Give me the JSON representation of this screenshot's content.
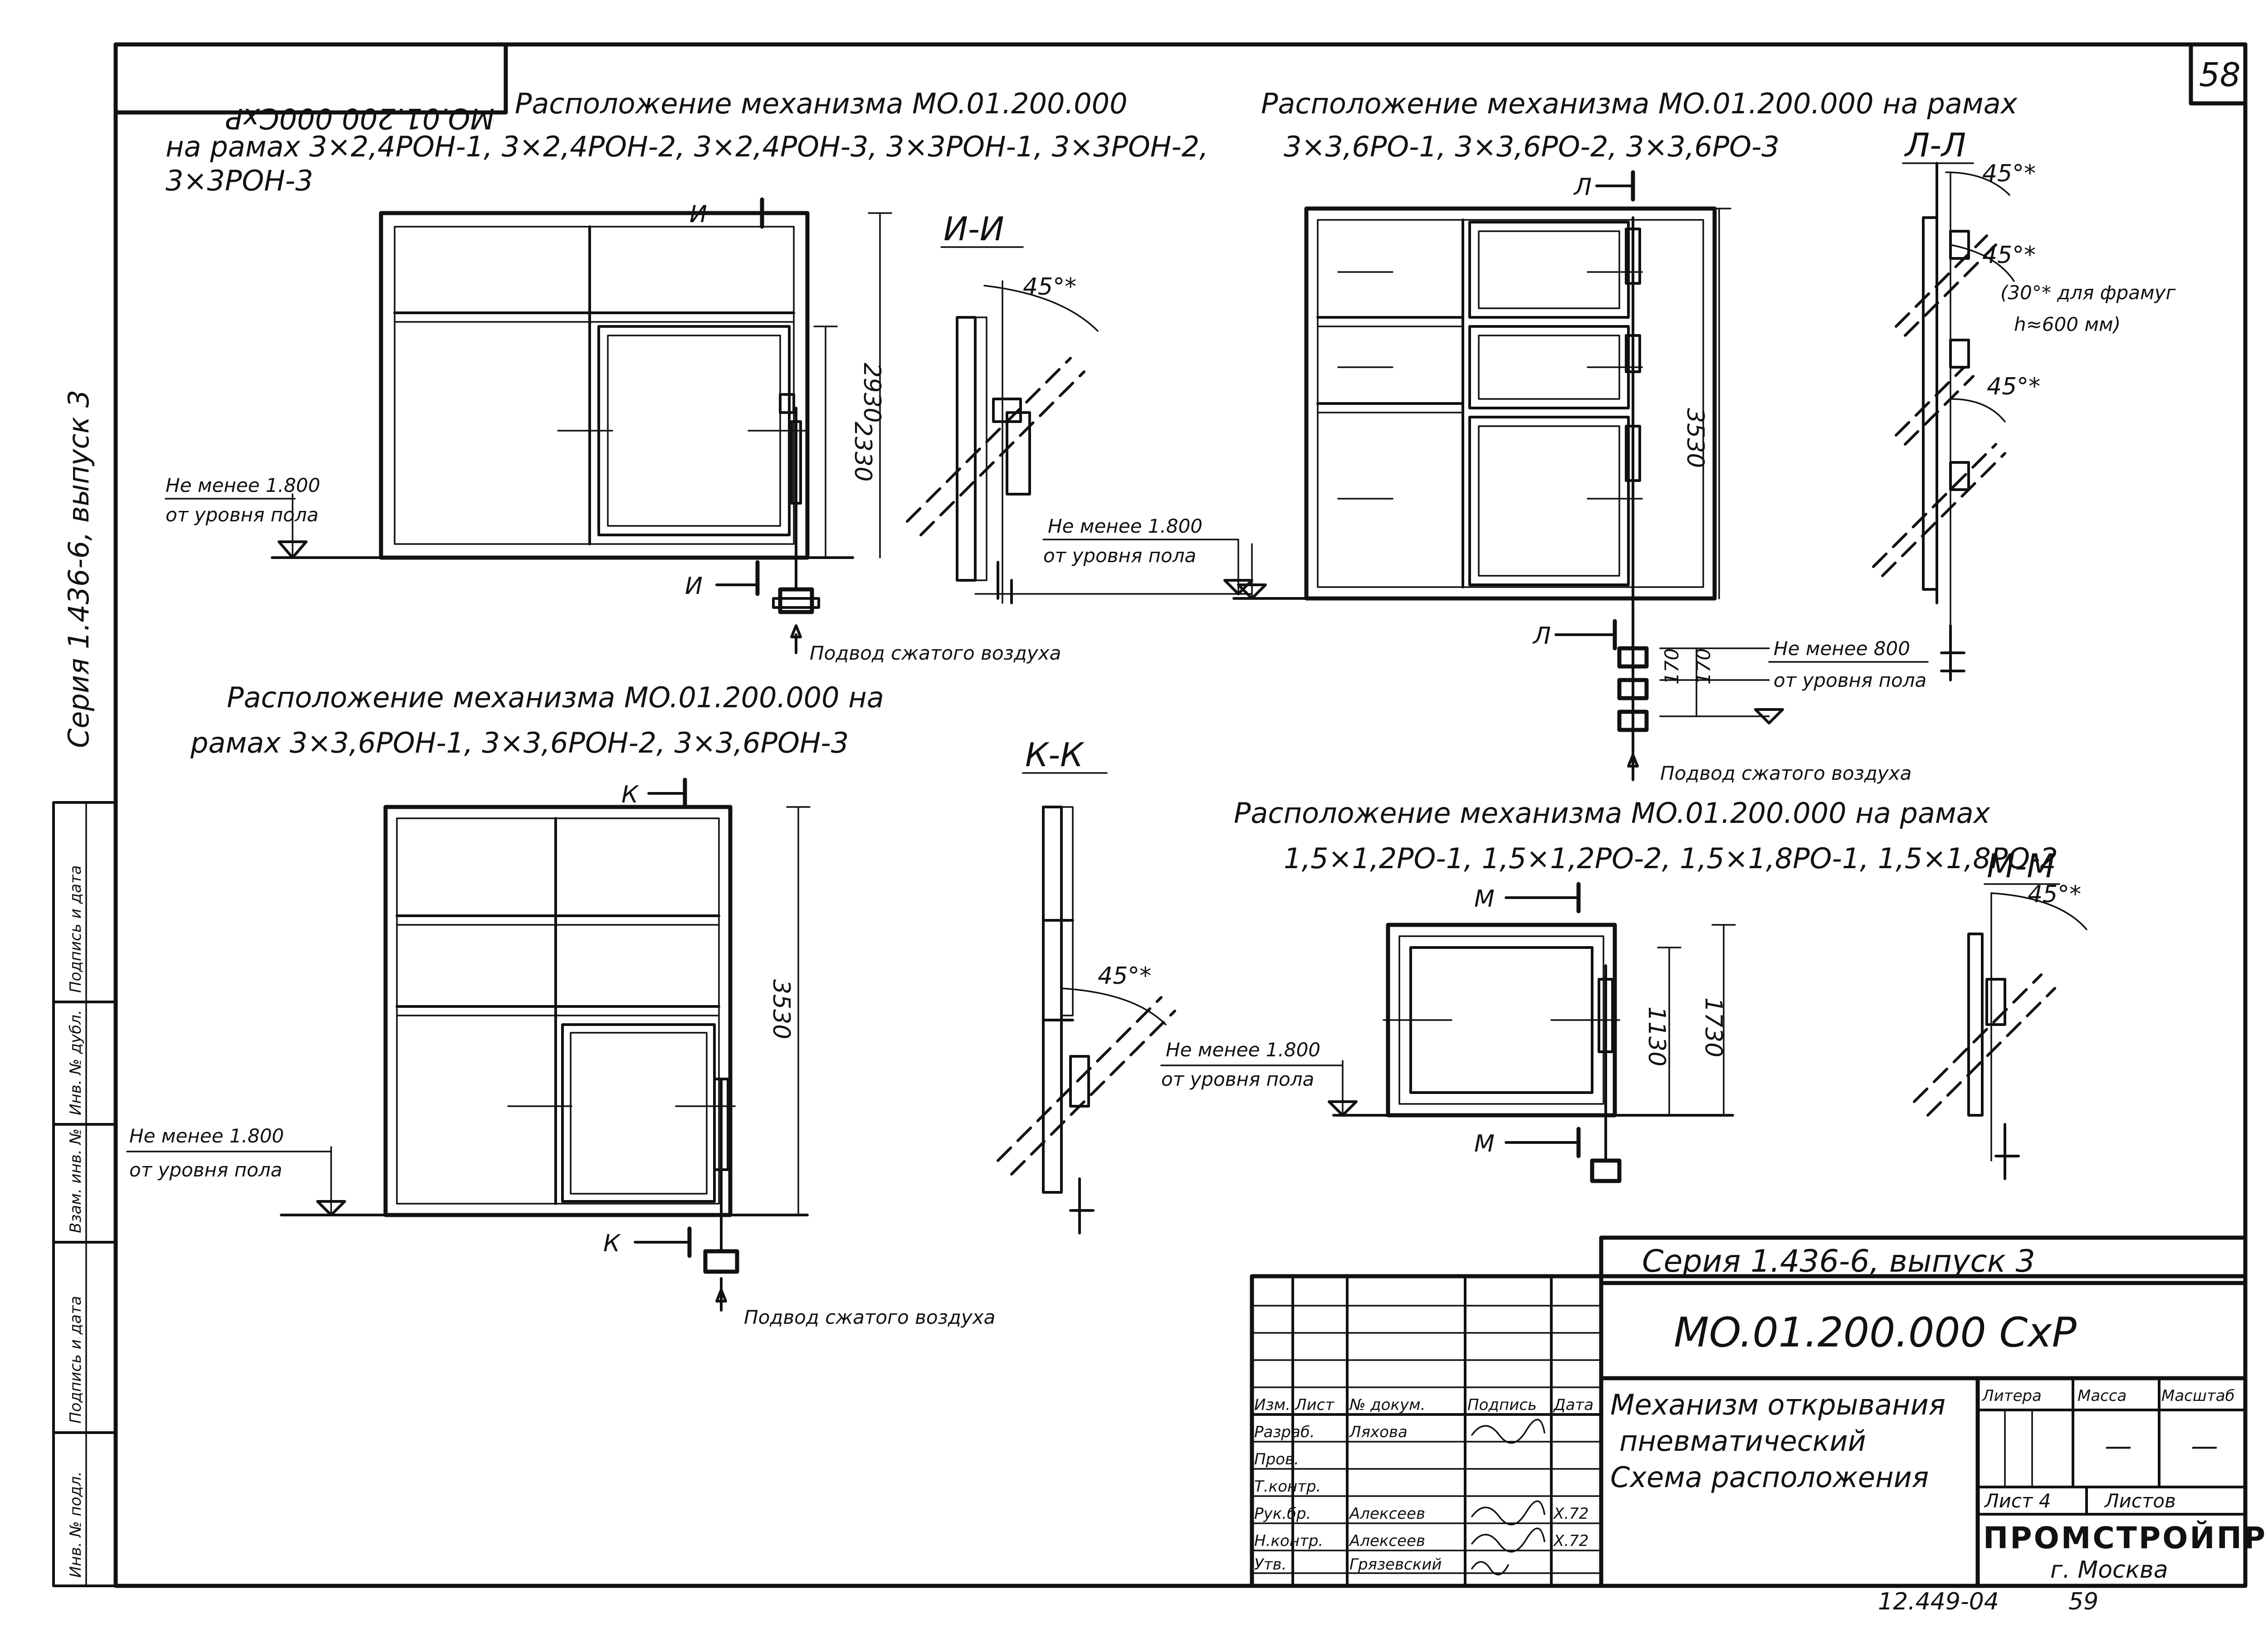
{
  "sheet": {
    "number": "58",
    "rotated_code": "MO.01.200 000CxP",
    "side_series": "Серия 1.436-6, выпуск 3",
    "footer_code": "12.449-04",
    "footer_page": "59",
    "margin_boxes": [
      "Инв. № подл.",
      "Подпись и дата",
      "Взам. инв. №",
      "Инв. № дубл.",
      "Подпись и дата"
    ]
  },
  "views": {
    "top_left": {
      "title_line1": "Расположение механизма MO.01.200.000",
      "title_line2": "на рамах 3×2,4РОН-1, 3×2,4РОН-2, 3×2,4РОН-3, 3×3РОН-1, 3×3РОН-2,",
      "title_line3": "3×3РОН-3",
      "cut_label": "И",
      "dim_inner": "2330",
      "dim_outer": "2930",
      "floor_note_1": "Не менее 1.800",
      "floor_note_2": "от уровня пола",
      "section_title": "И-И",
      "angle": "45°*",
      "floor_note_section_1": "Не менее 1.800",
      "floor_note_section_2": "от уровня пола",
      "air_supply": "Подвод сжатого воздуха"
    },
    "top_right": {
      "title_line1": "Расположение механизма MO.01.200.000 на рамах",
      "title_line2": "3×3,6РО-1, 3×3,6РО-2, 3×3,6РО-3",
      "cut_label": "Л",
      "dim": "3530",
      "floor_note_1": "Не менее 1.800",
      "floor_note_2": "от уровня пола",
      "section_title": "Л-Л",
      "angle_1": "45°*",
      "angle_2": "45°*",
      "angle_3": "45°*",
      "transom_note_1": "(30°* для фрамуг",
      "transom_note_2": "h≈600 мм)",
      "dim_170_a": "170",
      "dim_170_b": "170",
      "floor_note_800_1": "Не менее 800",
      "floor_note_800_2": "от уровня пола",
      "air_supply": "Подвод сжатого воздуха"
    },
    "bottom_left": {
      "title_line1": "Расположение механизма MO.01.200.000 на",
      "title_line2": "рамах 3×3,6РОН-1, 3×3,6РОН-2, 3×3,6РОН-3",
      "cut_label": "К",
      "dim": "3530",
      "floor_note_1": "Не менее 1.800",
      "floor_note_2": "от уровня пола",
      "section_title": "К-К",
      "angle": "45°*",
      "air_supply": "Подвод сжатого воздуха"
    },
    "bottom_right": {
      "title_line1": "Расположение механизма MO.01.200.000 на рамах",
      "title_line2": "1,5×1,2РО-1, 1,5×1,2РО-2, 1,5×1,8РО-1, 1,5×1,8РО-2",
      "cut_label": "М",
      "dim_inner": "1130",
      "dim_outer": "1730",
      "floor_note_1": "Не менее 1.800",
      "floor_note_2": "от уровня пола",
      "section_title": "М-М",
      "angle": "45°*"
    }
  },
  "title_block": {
    "series": "Серия 1.436-6, выпуск 3",
    "doc_code": "MO.01.200.000 CxP",
    "name_line1": "Механизм открывания",
    "name_line2": "пневматический",
    "name_line3": "Схема расположения",
    "col_headers": [
      "Изм.",
      "Лист",
      "№ докум.",
      "Подпись",
      "Дата"
    ],
    "roles": [
      "Разраб.",
      "Пров.",
      "Т.контр.",
      "Рук.бр.",
      "Н.контр.",
      "Утв."
    ],
    "names": [
      "Ляхова",
      "",
      "",
      "Алексеев",
      "Алексеев",
      "Грязевский"
    ],
    "dates": [
      "",
      "",
      "",
      "Х.72",
      "Х.72",
      ""
    ],
    "litera_label": "Литера",
    "mass_label": "Масса",
    "scale_label": "Масштаб",
    "mass_value": "—",
    "scale_value": "—",
    "sheet_label": "Лист 4",
    "sheets_label": "Листов",
    "org": "ПРОМСТРОЙПРОЕКТ",
    "city": "г. Москва"
  }
}
